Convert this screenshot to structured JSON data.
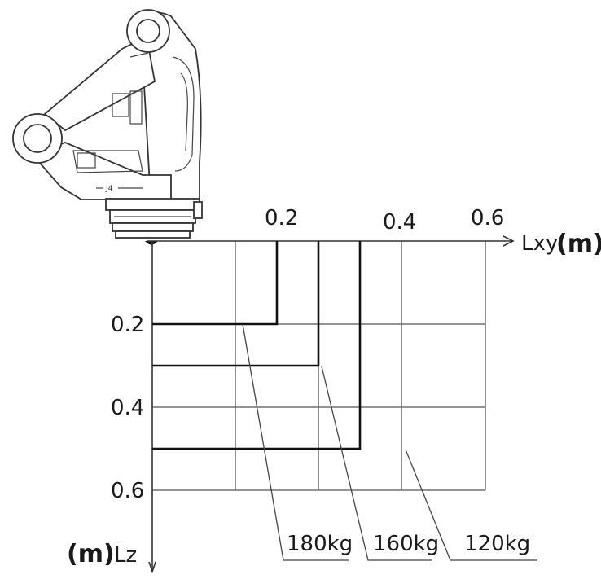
{
  "x_axis": {
    "label": "Lxy",
    "unit": "(m)",
    "ticks": [
      "0.2",
      "0.4",
      "0.6"
    ]
  },
  "y_axis": {
    "label": "Lz",
    "unit": "(m)",
    "ticks": [
      "0.2",
      "0.4",
      "0.6"
    ]
  },
  "loads": [
    {
      "label": "180kg",
      "lxy": 0.3,
      "lz": 0.2
    },
    {
      "label": "160kg",
      "lxy": 0.4,
      "lz": 0.3
    },
    {
      "label": "120kg",
      "lxy": 0.5,
      "lz": 0.5
    }
  ],
  "robot_text": "J4"
}
